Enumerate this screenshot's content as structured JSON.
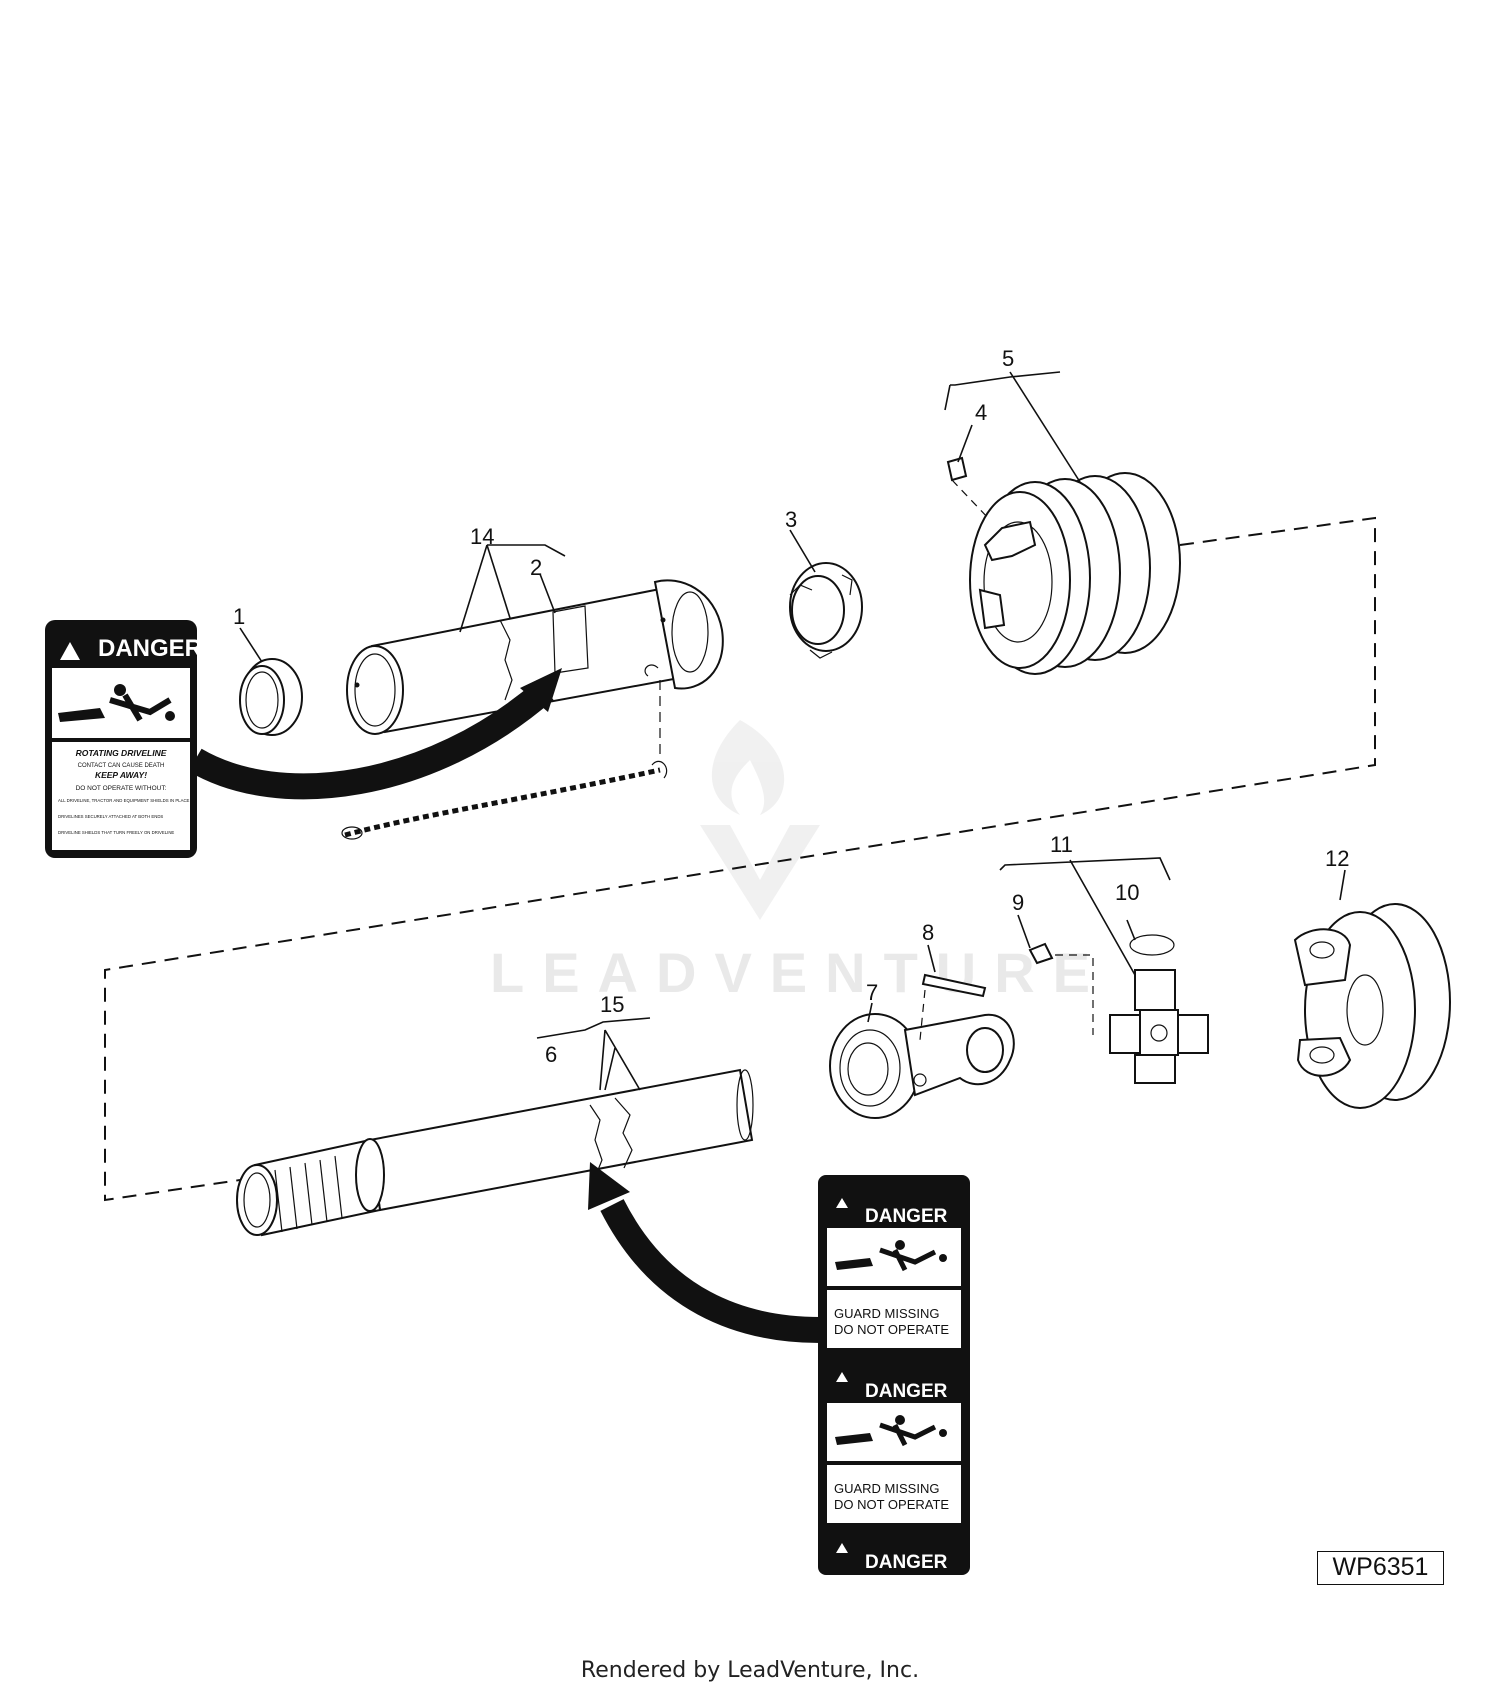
{
  "callouts": [
    "1",
    "2",
    "3",
    "4",
    "5",
    "6",
    "7",
    "8",
    "9",
    "10",
    "11",
    "12",
    "14",
    "15"
  ],
  "decal_top": {
    "header": "DANGER",
    "line1": "ROTATING DRIVELINE",
    "line2": "CONTACT CAN CAUSE DEATH",
    "line3": "KEEP AWAY!",
    "line4": "DO NOT OPERATE WITHOUT:",
    "bullets": [
      "ALL DRIVELINE, TRACTOR AND EQUIPMENT SHIELDS IN PLACE",
      "DRIVELINES SECURELY ATTACHED AT BOTH ENDS",
      "DRIVELINE SHIELDS THAT TURN FREELY ON DRIVELINE"
    ]
  },
  "decal_bottom": {
    "header": "DANGER",
    "line1": "GUARD MISSING",
    "line2": "DO NOT OPERATE"
  },
  "watermark": "LEADVENTURE",
  "reference_code": "WP6351",
  "footer": "Rendered by LeadVenture, Inc."
}
